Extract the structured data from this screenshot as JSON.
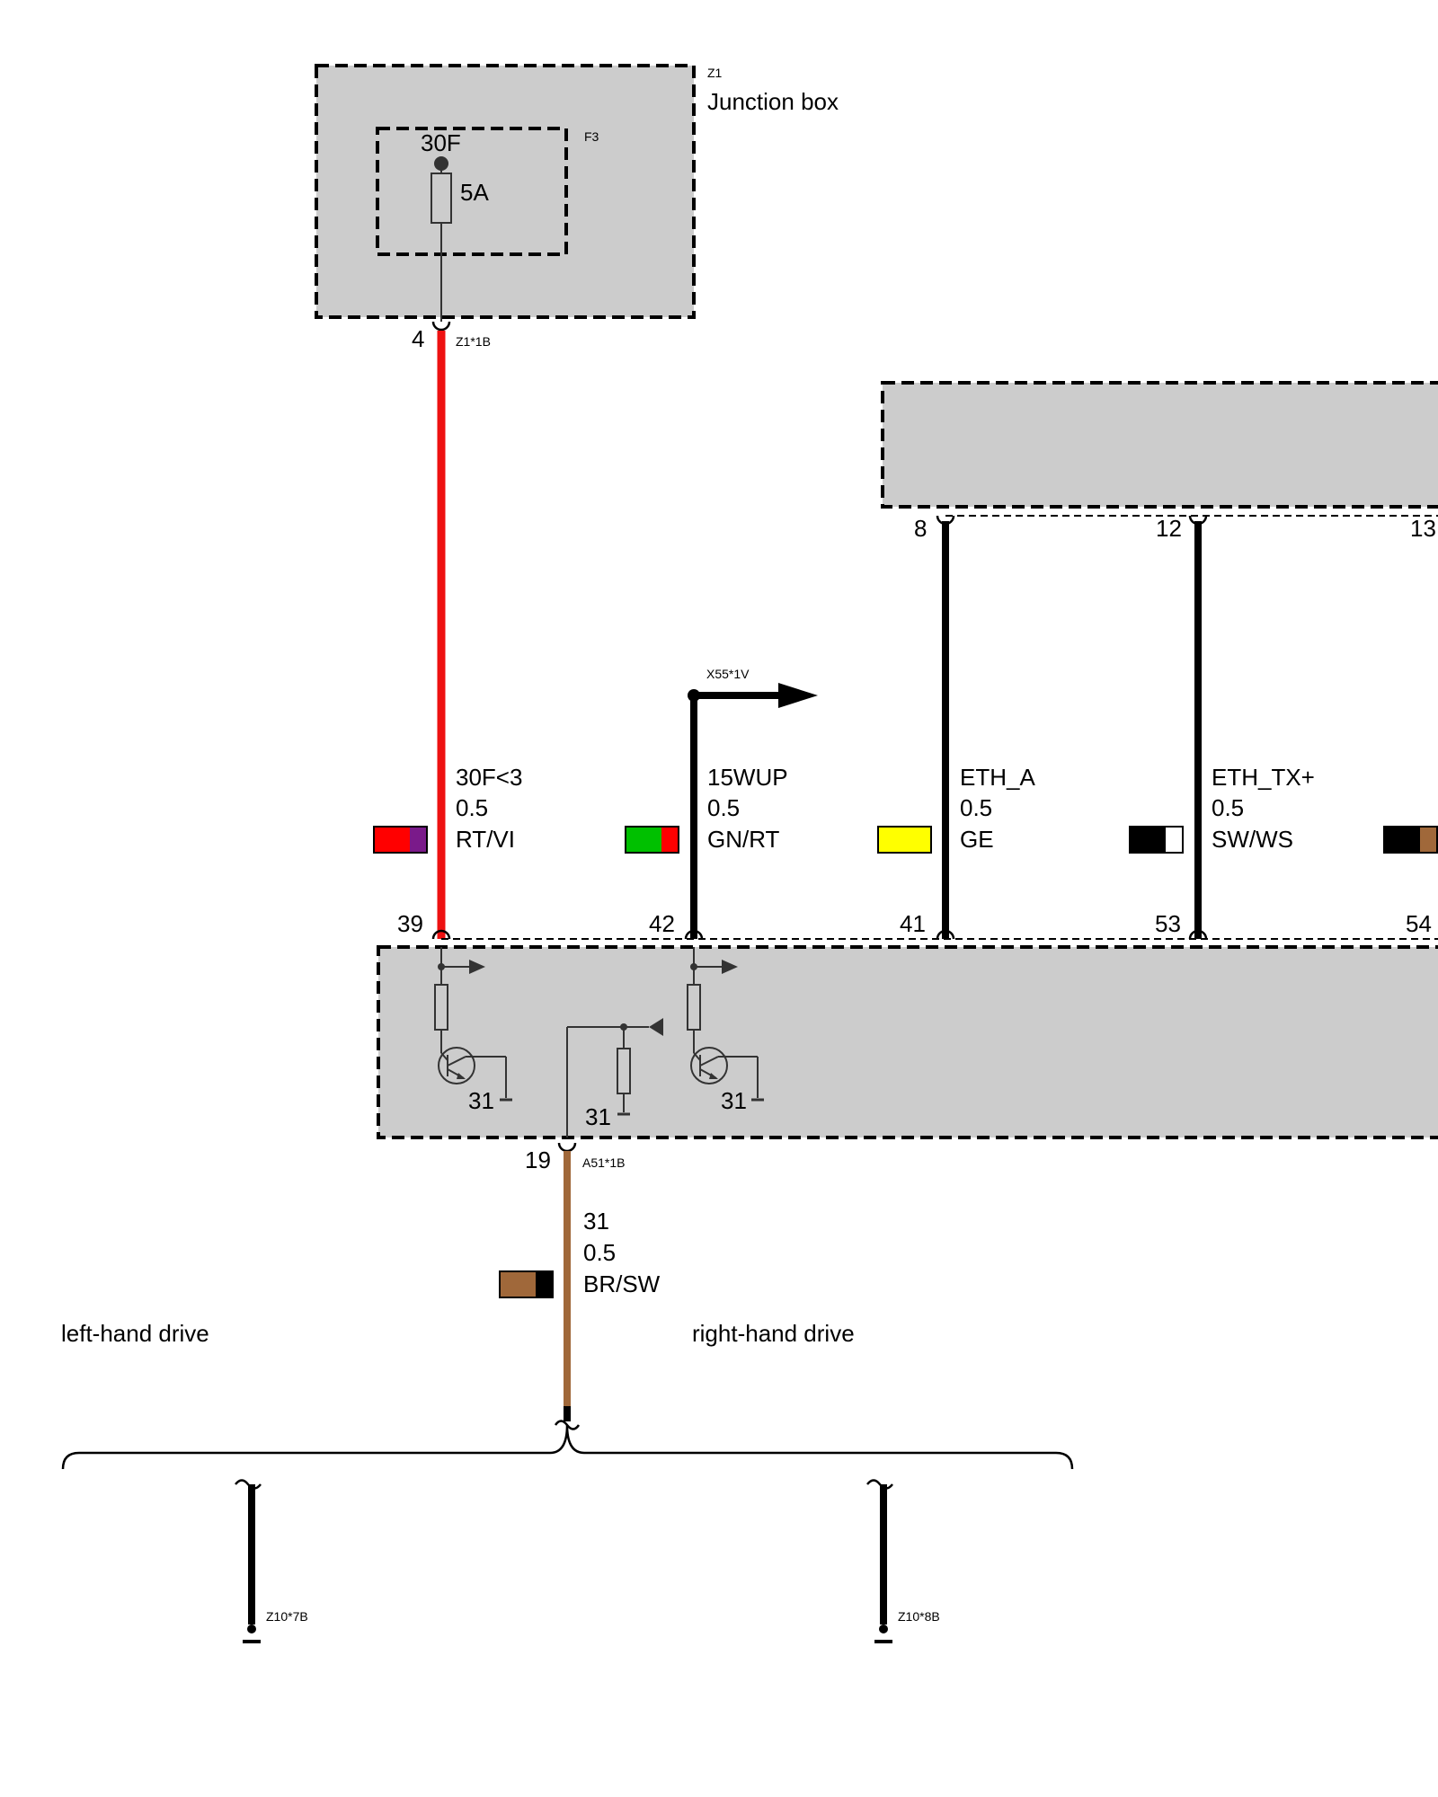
{
  "junction_box": {
    "ref": "Z1",
    "title": "Junction box"
  },
  "fuse": {
    "ref": "F3",
    "terminal": "30F",
    "rating": "5A"
  },
  "z1_connector": {
    "pin": "4",
    "ref": "Z1*1B"
  },
  "top_pins": [
    "8",
    "12",
    "13"
  ],
  "x55_ref": "X55*1V",
  "wires": [
    {
      "signal": "30F<3",
      "size": "0.5",
      "color": "RT/VI",
      "pin": "39"
    },
    {
      "signal": "15WUP",
      "size": "0.5",
      "color": "GN/RT",
      "pin": "42"
    },
    {
      "signal": "ETH_A",
      "size": "0.5",
      "color": "GE",
      "pin": "41"
    },
    {
      "signal": "ETH_TX+",
      "size": "0.5",
      "color": "SW/WS",
      "pin": "53"
    },
    {
      "pin": "54"
    }
  ],
  "module": {
    "ground_labels": [
      "31",
      "31",
      "31"
    ]
  },
  "a51_connector": {
    "pin": "19",
    "ref": "A51*1B"
  },
  "ground_wire": {
    "signal": "31",
    "size": "0.5",
    "color": "BR/SW"
  },
  "drive": {
    "left": "left-hand drive",
    "right": "right-hand drive"
  },
  "ground_points": {
    "left": "Z10*7B",
    "right": "Z10*8B"
  },
  "colors": {
    "rt": "#ff0000",
    "vi": "#7a1a8a",
    "gn": "#00c000",
    "ge": "#ffff00",
    "sw": "#000000",
    "ws": "#ffffff",
    "br": "#a0683a",
    "box_fill": "#cccccc"
  }
}
